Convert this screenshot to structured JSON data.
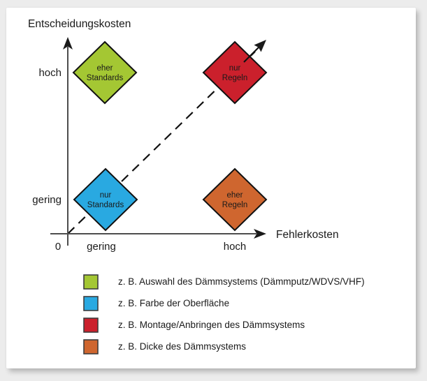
{
  "colors": {
    "green": "#a4c733",
    "blue": "#29a9e1",
    "red": "#cb202c",
    "orange": "#cf662f",
    "axis": "#4d4d4d",
    "diamond_stroke": "#111111",
    "text": "#1a1a1a"
  },
  "diagram": {
    "y_axis_title": "Entscheidungskosten",
    "x_axis_title": "Fehlerkosten",
    "origin_label": "0",
    "y_tick_high": "hoch",
    "y_tick_low": "gering",
    "x_tick_low": "gering",
    "x_tick_high": "hoch",
    "quadrants": {
      "top_left": {
        "line1": "eher",
        "line2": "Standards",
        "color": "#a4c733"
      },
      "top_right": {
        "line1": "nur",
        "line2": "Regeln",
        "color": "#cb202c"
      },
      "bottom_left": {
        "line1": "nur",
        "line2": "Standards",
        "color": "#29a9e1"
      },
      "bottom_right": {
        "line1": "eher",
        "line2": "Regeln",
        "color": "#cf662f"
      }
    }
  },
  "legend": {
    "items": [
      {
        "color": "#a4c733",
        "label": "z. B. Auswahl des Dämmsystems (Dämmputz/WDVS/VHF)"
      },
      {
        "color": "#29a9e1",
        "label": "z. B. Farbe der Oberfläche"
      },
      {
        "color": "#cb202c",
        "label": "z. B. Montage/Anbringen des Dämmsystems"
      },
      {
        "color": "#cf662f",
        "label": "z. B. Dicke des Dämmsystems"
      }
    ]
  }
}
